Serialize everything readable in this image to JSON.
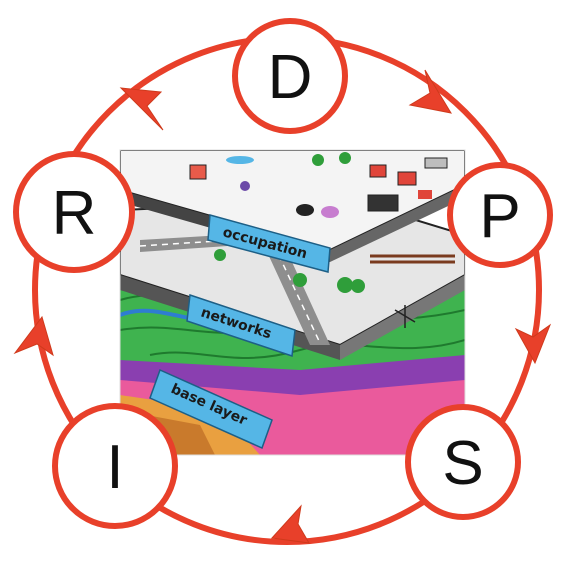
{
  "cycle": {
    "nodes": [
      {
        "id": "D",
        "label": "D"
      },
      {
        "id": "P",
        "label": "P"
      },
      {
        "id": "S",
        "label": "S"
      },
      {
        "id": "I",
        "label": "I"
      },
      {
        "id": "R",
        "label": "R"
      }
    ],
    "direction": "clockwise",
    "colors": {
      "ring": "#e8402a",
      "node_fill": "#ffffff",
      "text": "#111111"
    }
  },
  "illustration": {
    "layers": [
      {
        "label": "occupation",
        "color": "#f2f2f2"
      },
      {
        "label": "networks",
        "color": "#d9d9d9"
      },
      {
        "label": "base layer",
        "color": "#3fb34f"
      }
    ],
    "label_tag_color": "#55b6e6"
  }
}
